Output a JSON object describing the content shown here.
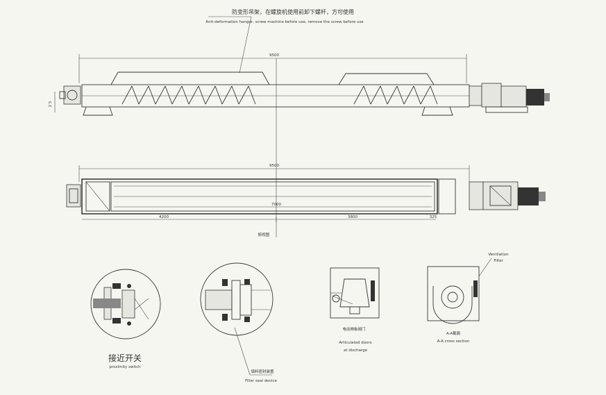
{
  "header_note": {
    "line_cn": "防变形吊架，在螺旋机使用前卸下螺杆，方可使用",
    "line_en": "Anti-deformation hanger, screw machine before use, remove the screw before use"
  },
  "front_view": {
    "overall_dim": "9500",
    "height_dim": "2 5"
  },
  "top_view": {
    "overall_dim": "9500",
    "inner_dim": "7000",
    "left_dim": "4200",
    "right_dim": "3800",
    "end_dim": "325",
    "caption": "俯视图"
  },
  "details": {
    "detail1": {
      "label_cn": "接近开关",
      "label_en": "proximity switch"
    },
    "detail2": {
      "label_cn": "填料密封装置",
      "label_en": "Filler seal device"
    },
    "detail3": {
      "label_cn": "电动闸板阀门",
      "label_en1": "Articulated doors",
      "label_en2": "at discharge"
    },
    "detail4": {
      "label_cn": "A-A截面",
      "label_en": "A-A cross section",
      "callout1": "Ventilation",
      "callout2": "Filter"
    }
  }
}
